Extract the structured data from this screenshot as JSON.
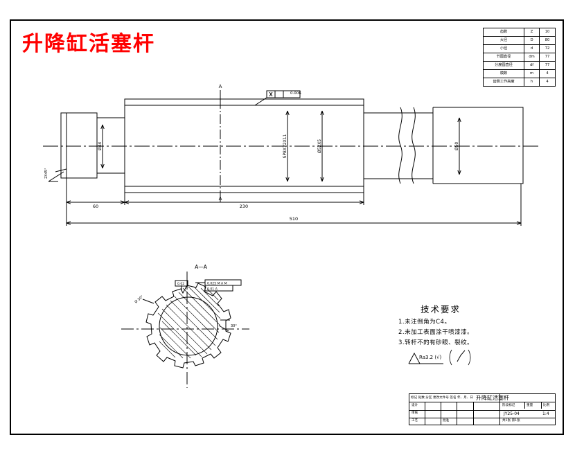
{
  "drawing": {
    "red_title": "升降缸活塞杆",
    "section_label": "A—A",
    "view_marks": {
      "top": "A",
      "bottom": "A"
    }
  },
  "param_table": {
    "rows": [
      {
        "name": "齿数",
        "sym": "Z",
        "val": "10"
      },
      {
        "name": "大径",
        "sym": "D",
        "val": "80"
      },
      {
        "name": "小径",
        "sym": "d",
        "val": "72"
      },
      {
        "name": "节圆直径",
        "sym": "dm",
        "val": "77"
      },
      {
        "name": "分度圆直径",
        "sym": "df",
        "val": "77"
      },
      {
        "name": "模数",
        "sym": "m",
        "val": "4"
      },
      {
        "name": "齿侧工作高度",
        "sym": "h",
        "val": "4"
      }
    ]
  },
  "dimensions": {
    "d44": "Ø44",
    "sp8x72": "SP8X72X11",
    "d52x5": "Ø52X5",
    "d50": "Ø50",
    "len60": "60",
    "len230": "230",
    "len510": "510",
    "chamfer": "2X45°",
    "tol_flag_top": "0.006",
    "tol_sym_top": "A"
  },
  "section_annotations": {
    "tol_box1": "0.025 M A M",
    "tol_box2": "0.01 A",
    "tol_box3": "0.02",
    "angle_left": "Ø 30°",
    "angle_right": "30°"
  },
  "tech_req": {
    "title": "技术要求",
    "lines": [
      "1.未注倒角为C4。",
      "2.未加工表面涂干喷漆漆。",
      "3.转杆不的有砂眼、裂纹。"
    ],
    "roughness": "Ra3.2  (√)"
  },
  "title_block": {
    "std_line": "标记 处数 分区 更改文件号 签名 年、月、日",
    "left_rows": [
      "设计",
      "审核",
      "工艺",
      "批准"
    ],
    "part_name": "升降缸活塞杆",
    "stage_mark": "阶段标记",
    "weight": "重量",
    "scale_label": "比例",
    "scale_value": "1:4",
    "sheet_info": "共1张  第1张",
    "drawing_no": "JY25-04"
  },
  "colors": {
    "red": "#ff0000",
    "line": "#000000",
    "bg": "#ffffff"
  }
}
